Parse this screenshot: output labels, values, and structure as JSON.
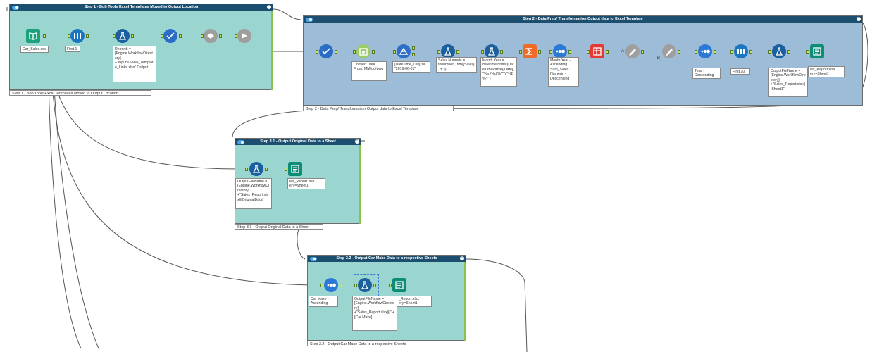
{
  "containers": {
    "step1": {
      "title": "Step 1 - Bob Tools Excel Templates Moved to Output Location",
      "caption": "Step 1 - Bob Tools Excel Templates Moved to Output Location"
    },
    "step2": {
      "title": "Step 2 - Data Prep/ Transformation Output data to Excel Template",
      "caption": "Step 2 - Data Prep/ Transformation Output data to Excel Template"
    },
    "step31": {
      "title": "Step 3.1 - Output Original Data to a Sheet",
      "caption": "Step 3.1 - Output Original Data to a Sheet"
    },
    "step32": {
      "title": "Step 3.2 - Output Car Make Data to a respective Sheets",
      "caption": "Step 3.2 - Output Car Make Data to a respective Sheets"
    }
  },
  "collapse_glyph": "⌃",
  "annotations": {
    "s1_input": "Car_Sales.csv",
    "s1_sample": "First 1",
    "s1_formula": "Reportb = [Engine.WorkflowDirectory] +\"Inputs\\Sales_Template_Links.xlsx\" Output ...",
    "s2_datetime": "Convert Date From: MM/dd/yyyy",
    "s2_filter": "[DateTime_Out] >= \"2019-06-01\"",
    "s2_formula1": "Sales Numeric = tonumber(Trim([Sales],\"$\"))",
    "s2_formula2": "Month Year = datetimeformat(DateTimeParse([Date],\"%m/%d/%Y\"),\"%B %Y\")",
    "s2_sort1": "Month Year - Ascending Sum_Sales Numeric - Descending",
    "s2_sort2": "Total - Descending",
    "s2_sample": "First 20",
    "s2_formula3": "OutputFileName = [Engine.WorkflowDirectory] +\"Sales_Report.xlsx|||Sheet1\"",
    "s2_output": "les_Report.xlsx ery=Sheet1",
    "s31_formula": "OutputFileName = [Engine.WorkflowDirectory] +\"Sales_Report.xlsx|||OriginalData\"",
    "s31_output": "les_Report.xlsx ery=Sheet1",
    "s32_sort": "Car Make - Ascending",
    "s32_formula": "OutputFileName = [Engine.WorkflowDirectory] +\"Sales_Report.xlsx|||\" + [Car Make]",
    "s32_output": "_Report.xlsx ery=Sheet1"
  },
  "markers": {
    "a": "A",
    "b": "B"
  },
  "colors": {
    "teal_container": "#9ad6cf",
    "blue_container": "#9dbcd8",
    "input_green": "#1aa27a",
    "prep_blue": "#1a76c2",
    "select_blue": "#2b6cc4",
    "formula_blue": "#1b5f9e",
    "summarize_orange": "#f06b2a",
    "filter_blue": "#2d6ec7",
    "sort_blue": "#2b79d6",
    "grey_tool": "#9e9e9e",
    "output_teal": "#0e8c78",
    "red_tool": "#e53935"
  }
}
